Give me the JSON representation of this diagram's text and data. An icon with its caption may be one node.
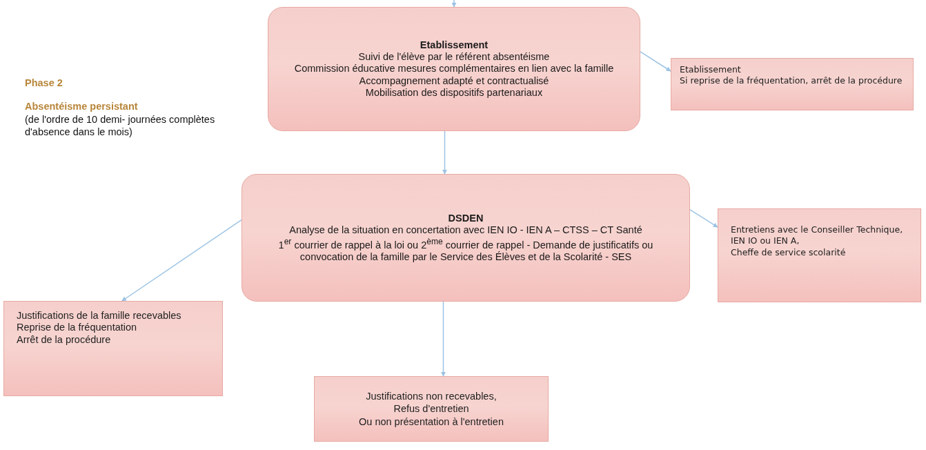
{
  "diagram": {
    "nodes": [
      {
        "text": [
          "Etablissement",
          "Suivi de l'élève par le référent absentéisme",
          "Commission éducative mesures complémentaires en lien avec la famille",
          "Accompagnement adapté et contractualisé",
          "Mobilisation des dispositifs partenariaux"
        ]
      },
      {
        "text": [
          "Etablissement",
          "Si reprise de la fréquentation, arrêt de la procédure"
        ]
      },
      {
        "text": [
          "DSDEN",
          "Analyse de la situation en concertation avec IEN IO - IEN A – CTSS – CT Santé",
          "1$^{er}$ courrier de rappel à la loi ou 2$^{ème}$ courrier de rappel - Demande de justificatifs ou convocation de la famille par le Service des Élèves et de la Scolarité - SES"
        ]
      },
      {
        "text": [
          "Entretiens avec le Conseiller Technique,",
          "IEN IO ou IEN A,",
          "Cheffe de service scolarité"
        ]
      },
      {
        "text": [
          "Justifications de la famille recevables",
          "Reprise de la fréquentation",
          "Arrêt de la procédure"
        ]
      },
      {
        "text": [
          "Justifications non recevables,",
          "Refus d'entretien",
          "Ou non présentation à l'entretien"
        ]
      }
    ],
    "edges": [
      {
        "from": null,
        "to": 0,
        "arrow": "to"
      },
      {
        "from": 0,
        "to": 1,
        "arrow": "to"
      },
      {
        "from": 0,
        "to": 2,
        "arrow": "to"
      },
      {
        "from": 2,
        "to": 3,
        "arrow": "to"
      },
      {
        "from": 2,
        "to": 4,
        "arrow": "to"
      },
      {
        "from": 2,
        "to": 5,
        "arrow": "to"
      }
    ],
    "labels": [
      "Phase 2",
      "Absentéisme persistant",
      "(de l'ordre de 10 demi- journées complètes d'absence dans le mois)"
    ]
  }
}
